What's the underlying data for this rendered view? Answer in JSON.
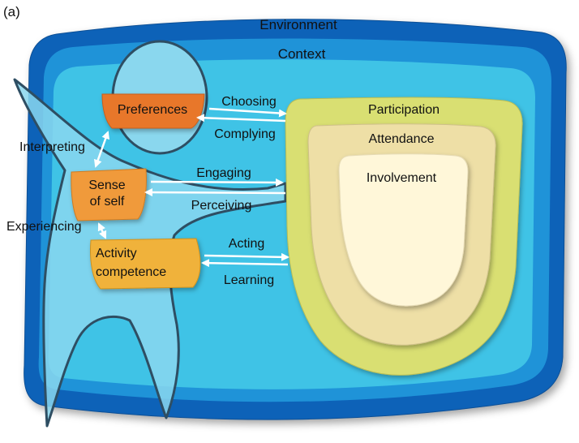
{
  "panel_label": "(a)",
  "layers": {
    "environment": "Environment",
    "context": "Context",
    "participation": "Participation",
    "attendance": "Attendance",
    "involvement": "Involvement"
  },
  "self_components": {
    "preferences": "Preferences",
    "sense_of_self_line1": "Sense",
    "sense_of_self_line2": "of self",
    "activity_competence_line1": "Activity",
    "activity_competence_line2": "competence"
  },
  "processes": {
    "interpreting": "Interpreting",
    "experiencing": "Experiencing",
    "choosing": "Choosing",
    "complying": "Complying",
    "engaging": "Engaging",
    "perceiving": "Perceiving",
    "acting": "Acting",
    "learning": "Learning"
  },
  "colors": {
    "environment": "#0a62b8",
    "context": "#1f93d8",
    "inner": "#3fc3e6",
    "person": "#8ad7ee",
    "participation": "#d9df72",
    "attendance": "#eedfa6",
    "involvement": "#fff7d9",
    "box_dark": "#e8772a",
    "box_mid": "#f09a3a",
    "box_light": "#f0b23a"
  }
}
